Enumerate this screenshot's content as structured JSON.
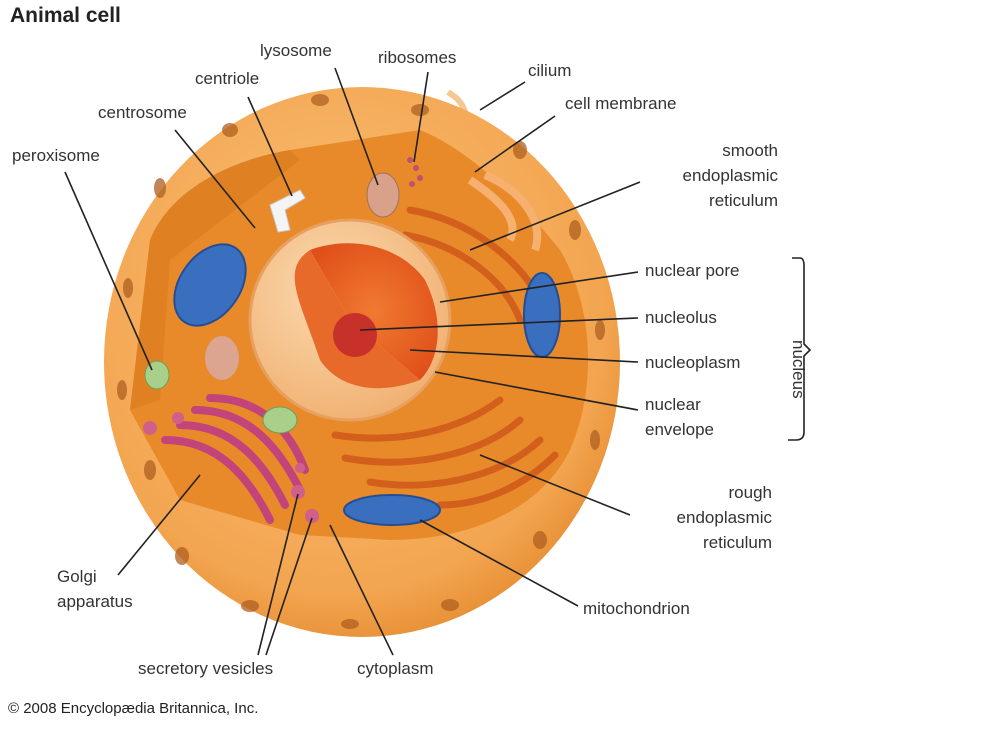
{
  "title": "Animal cell",
  "labels": {
    "lysosome": "lysosome",
    "ribosomes": "ribosomes",
    "cilium": "cilium",
    "cell_membrane": "cell membrane",
    "smooth_er": [
      "smooth",
      "endoplasmic",
      "reticulum"
    ],
    "centriole": "centriole",
    "centrosome": "centrosome",
    "peroxisome": "peroxisome",
    "nuclear_pore": "nuclear pore",
    "nucleolus": "nucleolus",
    "nucleoplasm": "nucleoplasm",
    "nuclear_envelope": [
      "nuclear",
      "envelope"
    ],
    "nucleus": "nucleus",
    "rough_er": [
      "rough",
      "endoplasmic",
      "reticulum"
    ],
    "mitochondrion": "mitochondrion",
    "cytoplasm": "cytoplasm",
    "secretory_vesicles": "secretory vesicles",
    "golgi": [
      "Golgi",
      "apparatus"
    ]
  },
  "copyright": "© 2008 Encyclopædia Britannica, Inc.",
  "colors": {
    "membrane": "#f2a24a",
    "cytoplasm": "#e8902e",
    "nucleus": "#f6c08a",
    "mito": "#3a6fc0",
    "golgi": "#c2447a",
    "er": "#d8641e"
  }
}
